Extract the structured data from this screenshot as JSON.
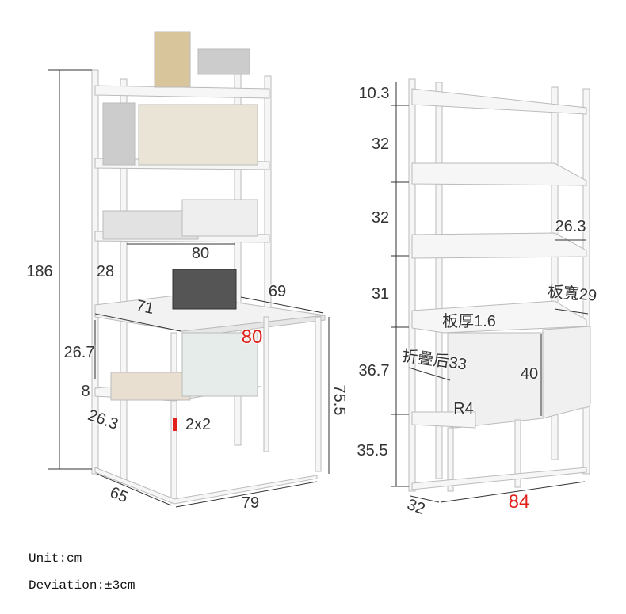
{
  "left_unit": {
    "height_total": "186",
    "side_depth_top": "28",
    "shelf_width": "80",
    "desk_depth_right": "69",
    "desk_depth_left": "71",
    "desk_width": "80",
    "lower_shelf_gap": "26.7",
    "lower_shelf_lip": "8",
    "lower_shelf_depth": "26.3",
    "leg_size": "2x2",
    "desk_height": "75.5",
    "base_depth": "65",
    "base_width": "79"
  },
  "right_unit": {
    "top_gap": "10.3",
    "shelf_gap_1": "32",
    "shelf_gap_2": "32",
    "shelf_depth": "26.3",
    "shelf_gap_3": "31",
    "board_width": "板寬29",
    "board_thickness": "板厚1.6",
    "folded_depth": "折疊后33",
    "panel_height": "40",
    "desk_gap": "36.7",
    "corner_radius": "R4",
    "bottom_gap": "35.5",
    "base_depth": "32",
    "total_width": "84"
  },
  "notes": {
    "unit": "Unit:cm",
    "deviation": "Deviation:±3cm"
  },
  "colors": {
    "highlight": "#e0201a",
    "frame": "#f4f4f4",
    "line": "#333333"
  }
}
